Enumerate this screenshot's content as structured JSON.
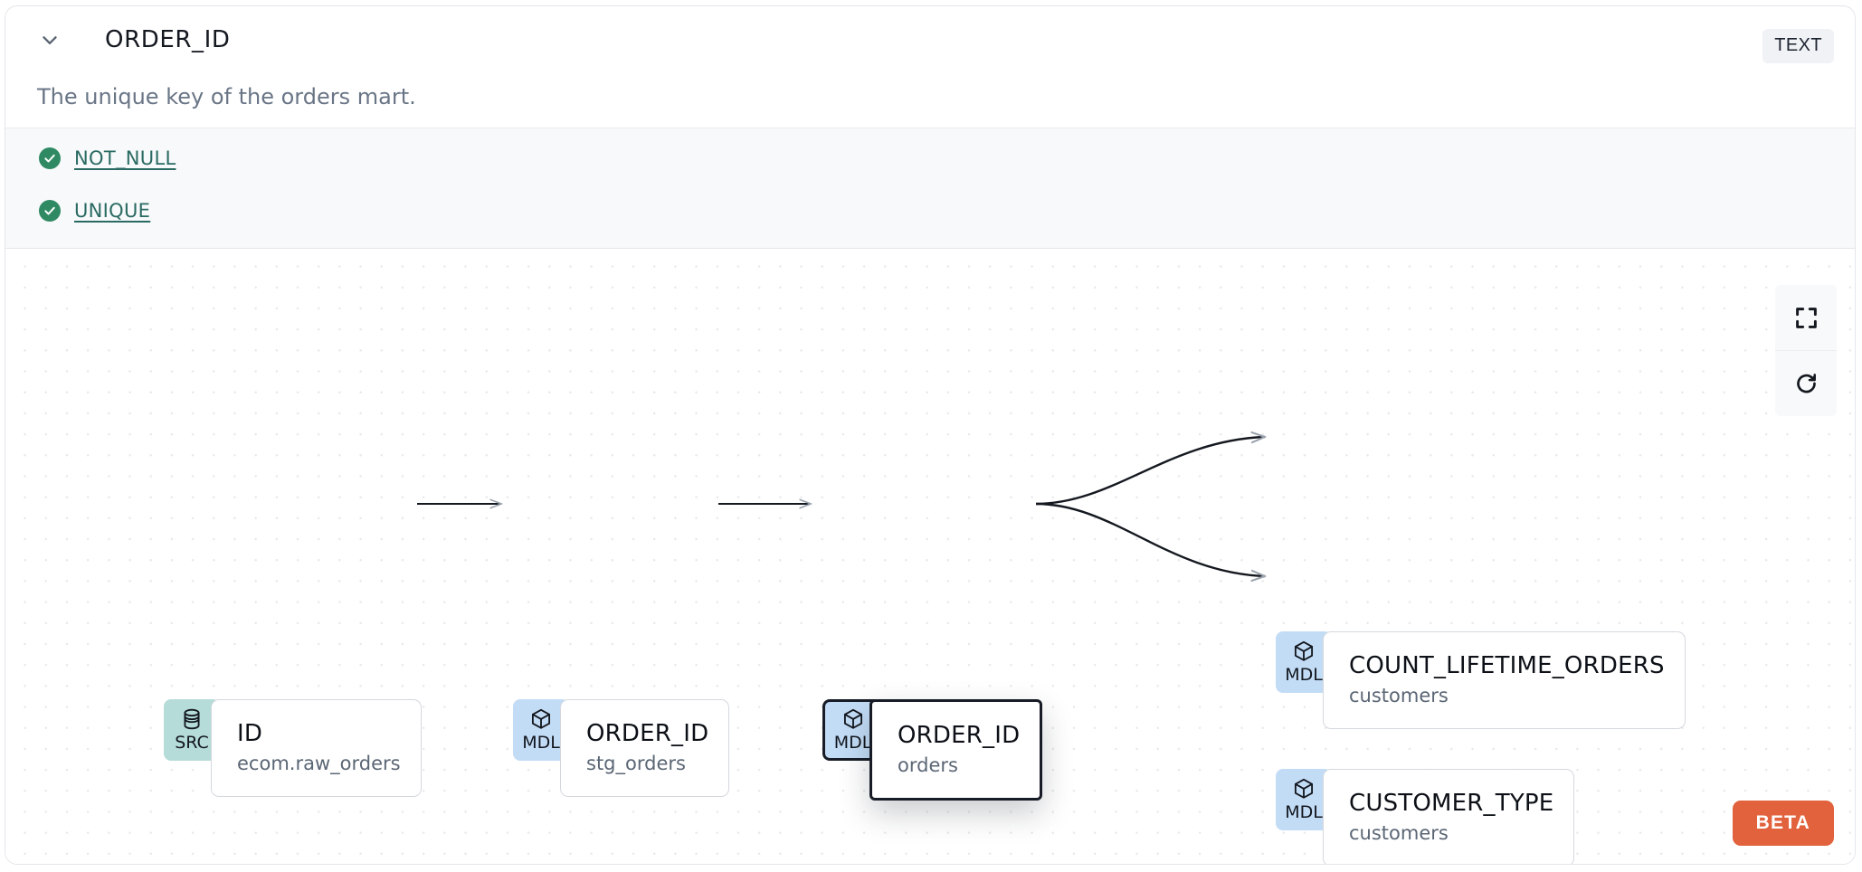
{
  "header": {
    "column_name": "ORDER_ID",
    "type_badge": "TEXT",
    "description": "The unique key of the orders mart.",
    "collapse_icon": "chevron-down-icon"
  },
  "tests": [
    {
      "label": "NOT_NULL",
      "status": "passed",
      "icon": "check-circle-icon"
    },
    {
      "label": "UNIQUE",
      "status": "passed",
      "icon": "check-circle-icon"
    }
  ],
  "lineage": {
    "nodes": [
      {
        "id": "src",
        "badge": "SRC",
        "badge_icon": "database-icon",
        "name": "ID",
        "resource": "ecom.raw_orders",
        "selected": false
      },
      {
        "id": "stg",
        "badge": "MDL",
        "badge_icon": "cube-icon",
        "name": "ORDER_ID",
        "resource": "stg_orders",
        "selected": false
      },
      {
        "id": "orders",
        "badge": "MDL",
        "badge_icon": "cube-icon",
        "name": "ORDER_ID",
        "resource": "orders",
        "selected": true
      },
      {
        "id": "count",
        "badge": "MDL",
        "badge_icon": "cube-icon",
        "name": "COUNT_LIFETIME_ORDERS",
        "resource": "customers",
        "selected": false
      },
      {
        "id": "custtype",
        "badge": "MDL",
        "badge_icon": "cube-icon",
        "name": "CUSTOMER_TYPE",
        "resource": "customers",
        "selected": false
      }
    ],
    "edges": [
      {
        "from": "src",
        "to": "stg"
      },
      {
        "from": "stg",
        "to": "orders"
      },
      {
        "from": "orders",
        "to": "count"
      },
      {
        "from": "orders",
        "to": "custtype"
      }
    ]
  },
  "controls": [
    {
      "id": "fit-view",
      "icon": "fullscreen-icon"
    },
    {
      "id": "reset",
      "icon": "refresh-icon"
    }
  ],
  "beta_label": "BETA",
  "colors": {
    "src_badge": "#b5dcd8",
    "mdl_badge": "#c3dcf6",
    "test_pass": "#2f8a63",
    "test_link": "#2a6a62",
    "beta": "#e1623c",
    "selected_border": "#171c26"
  }
}
